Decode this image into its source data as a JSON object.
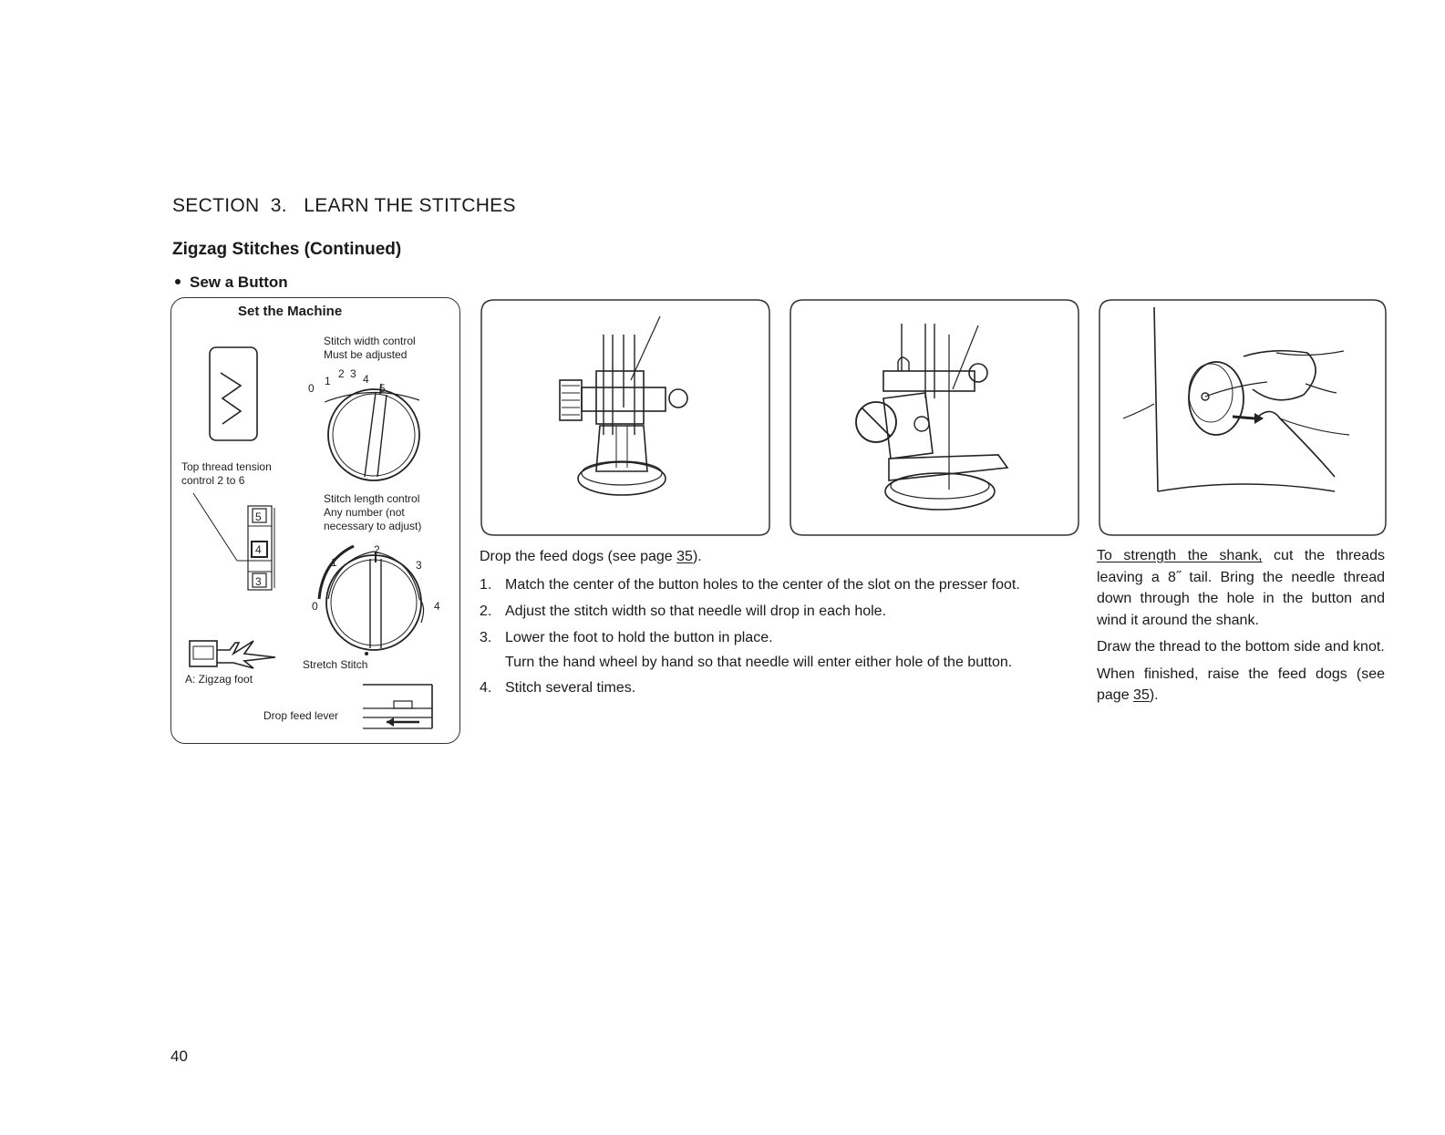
{
  "header": {
    "section_title": "SECTION  3.   LEARN THE STITCHES",
    "subsection_title": "Zigzag Stitches (Continued)",
    "topic_heading": "Sew a Button"
  },
  "settings_panel": {
    "title": "Set the Machine",
    "width_label_1": "Stitch width control",
    "width_label_2": "Must be adjusted",
    "width_dial_numbers": [
      "0",
      "1",
      "2",
      "3",
      "4",
      "5"
    ],
    "tension_label_1": "Top thread tension",
    "tension_label_2": "control 2 to 6",
    "tension_numbers": [
      "5",
      "4",
      "3"
    ],
    "length_label_1": "Stitch length control",
    "length_label_2": "Any number (not",
    "length_label_3": "necessary to adjust)",
    "length_dial_numbers": [
      "0",
      "1",
      "2",
      "3",
      "4"
    ],
    "stretch_label": "Stretch Stitch",
    "foot_label": "A:  Zigzag foot",
    "drop_feed_label": "Drop feed lever"
  },
  "instructions": {
    "intro_prefix": "Drop the feed dogs (see page ",
    "intro_page": "35",
    "intro_suffix": ").",
    "steps": [
      {
        "num": "1.",
        "text": "Match the center of the button holes to the center of the slot on the presser foot."
      },
      {
        "num": "2.",
        "text": "Adjust the stitch width so that needle will drop in each hole."
      },
      {
        "num": "3.",
        "text": "Lower the foot to hold the button in place.",
        "text2": "Turn the hand wheel by hand so that needle will enter either hole of the button."
      },
      {
        "num": "4.",
        "text": "Stitch several times."
      }
    ]
  },
  "shank_notes": {
    "p1_link": "To strength the shank,",
    "p1_rest": " cut the threads leaving a 8˝ tail. Bring the needle thread down through the hole in the button and wind it around the shank.",
    "p2": "Draw the thread to the bottom side and knot.",
    "p3_prefix": "When finished, raise the feed dogs (see page ",
    "p3_page": "35",
    "p3_suffix": ")."
  },
  "page_number": "40"
}
